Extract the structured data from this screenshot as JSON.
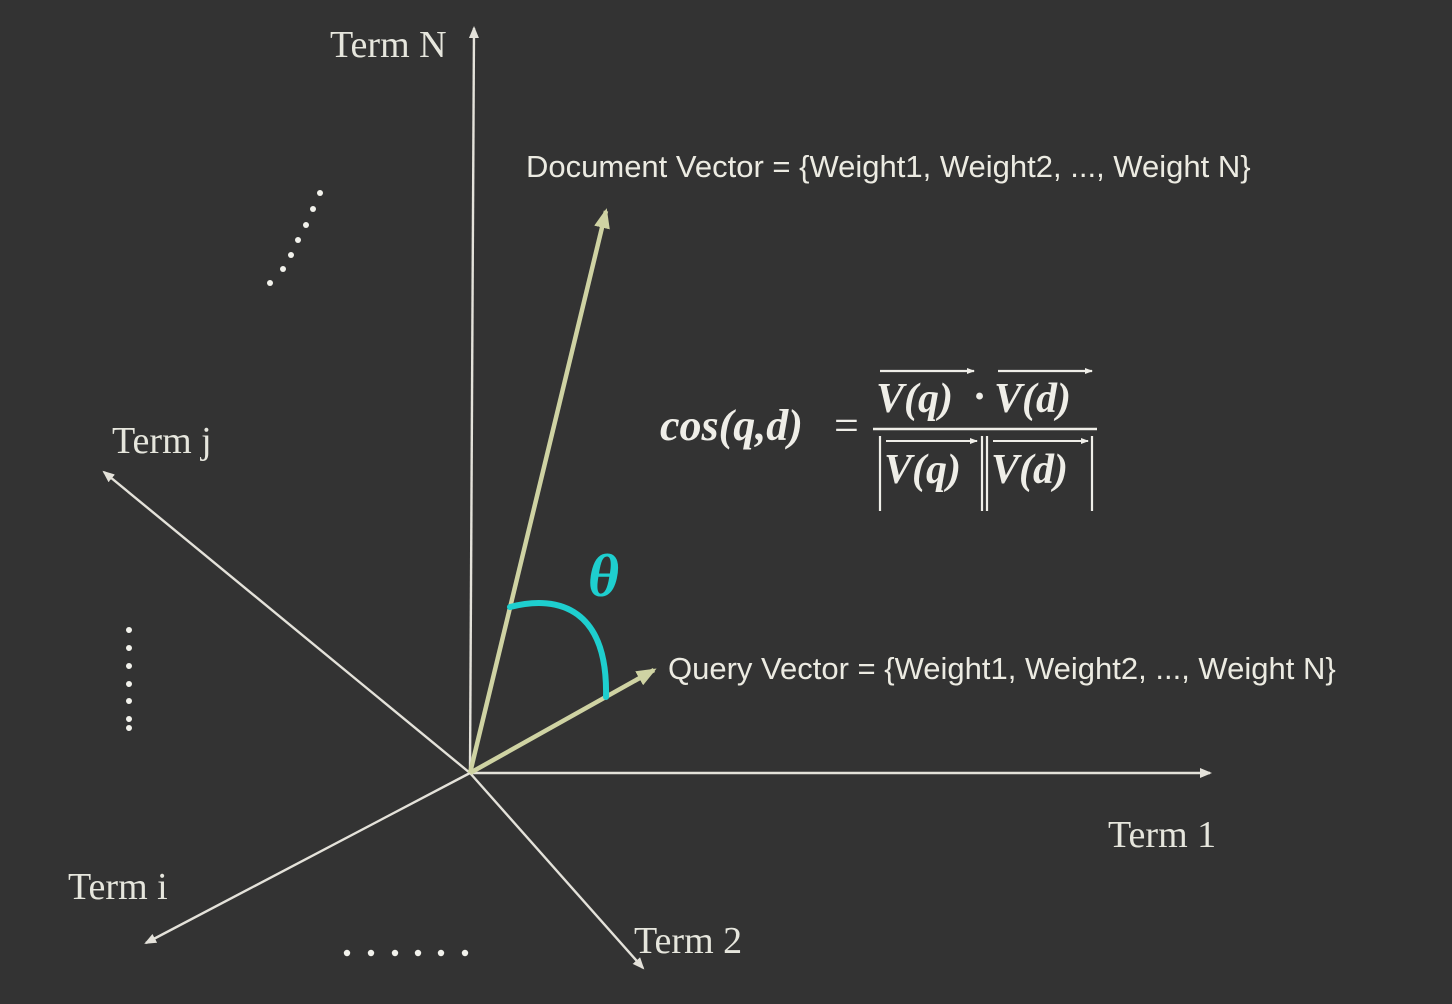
{
  "colors": {
    "background": "#333333",
    "axis": "#e4e2da",
    "vector": "#cfd3a3",
    "angle_arc": "#1ecfcf",
    "text": "#ecebe2",
    "dots": "#f2f2ec"
  },
  "axes": {
    "term_n": "Term N",
    "term_j": "Term j",
    "term_i": "Term i",
    "term_2": "Term 2",
    "term_1": "Term 1"
  },
  "vectors": {
    "document": "Document Vector = {Weight1, Weight2, ..., Weight N}",
    "query": "Query Vector = {Weight1, Weight2, ..., Weight N}"
  },
  "angle": {
    "symbol": "θ"
  },
  "formula": {
    "lhs": "cos(q,d)",
    "equals": "=",
    "numerator_q": "V(q)",
    "dot": "·",
    "numerator_d": "V(d)",
    "denominator_q": "V(q)",
    "denominator_d": "V(d)"
  }
}
